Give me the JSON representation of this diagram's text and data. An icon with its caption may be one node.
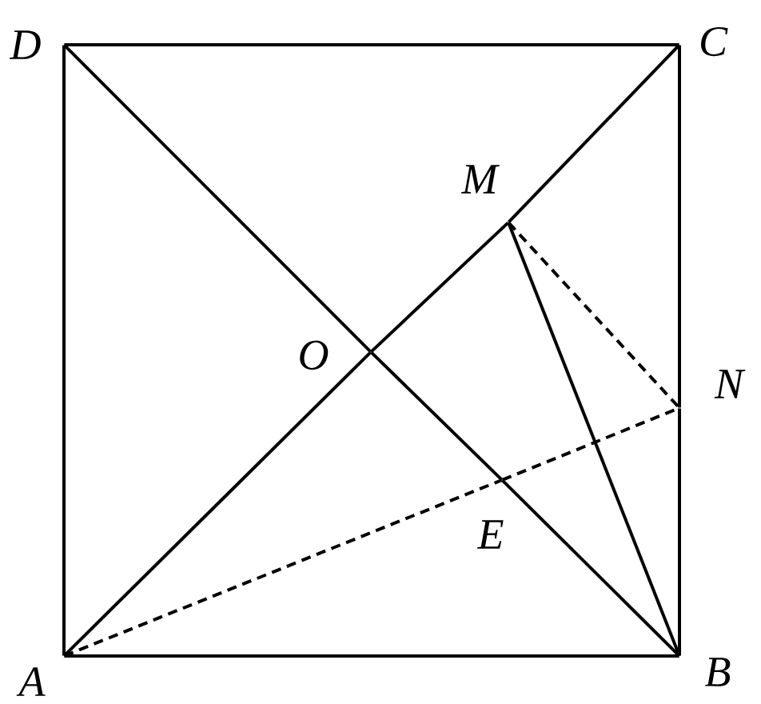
{
  "diagram": {
    "nodes": [
      {
        "text": [
          "A"
        ]
      },
      {
        "text": [
          "B"
        ]
      },
      {
        "text": [
          "C"
        ]
      },
      {
        "text": [
          "D"
        ]
      },
      {
        "text": [
          "O"
        ]
      },
      {
        "text": [
          "M"
        ]
      },
      {
        "text": [
          "N"
        ]
      },
      {
        "text": [
          "E"
        ]
      }
    ],
    "edges": [
      {
        "from": 0,
        "to": 1,
        "arrow": "none"
      },
      {
        "from": 1,
        "to": 6,
        "arrow": "none"
      },
      {
        "from": 6,
        "to": 2,
        "arrow": "none"
      },
      {
        "from": 2,
        "to": 3,
        "arrow": "none"
      },
      {
        "from": 3,
        "to": 0,
        "arrow": "none"
      },
      {
        "from": 0,
        "to": 4,
        "arrow": "none"
      },
      {
        "from": 4,
        "to": 5,
        "arrow": "none"
      },
      {
        "from": 5,
        "to": 2,
        "arrow": "none"
      },
      {
        "from": 3,
        "to": 4,
        "arrow": "none"
      },
      {
        "from": 4,
        "to": 7,
        "arrow": "none"
      },
      {
        "from": 7,
        "to": 1,
        "arrow": "none"
      },
      {
        "from": 5,
        "to": 1,
        "arrow": "none"
      },
      {
        "from": 5,
        "to": 6,
        "arrow": "none",
        "style": "dashed"
      },
      {
        "from": 0,
        "to": 7,
        "arrow": "none",
        "style": "dashed"
      },
      {
        "from": 7,
        "to": 6,
        "arrow": "none",
        "style": "dashed"
      }
    ]
  }
}
